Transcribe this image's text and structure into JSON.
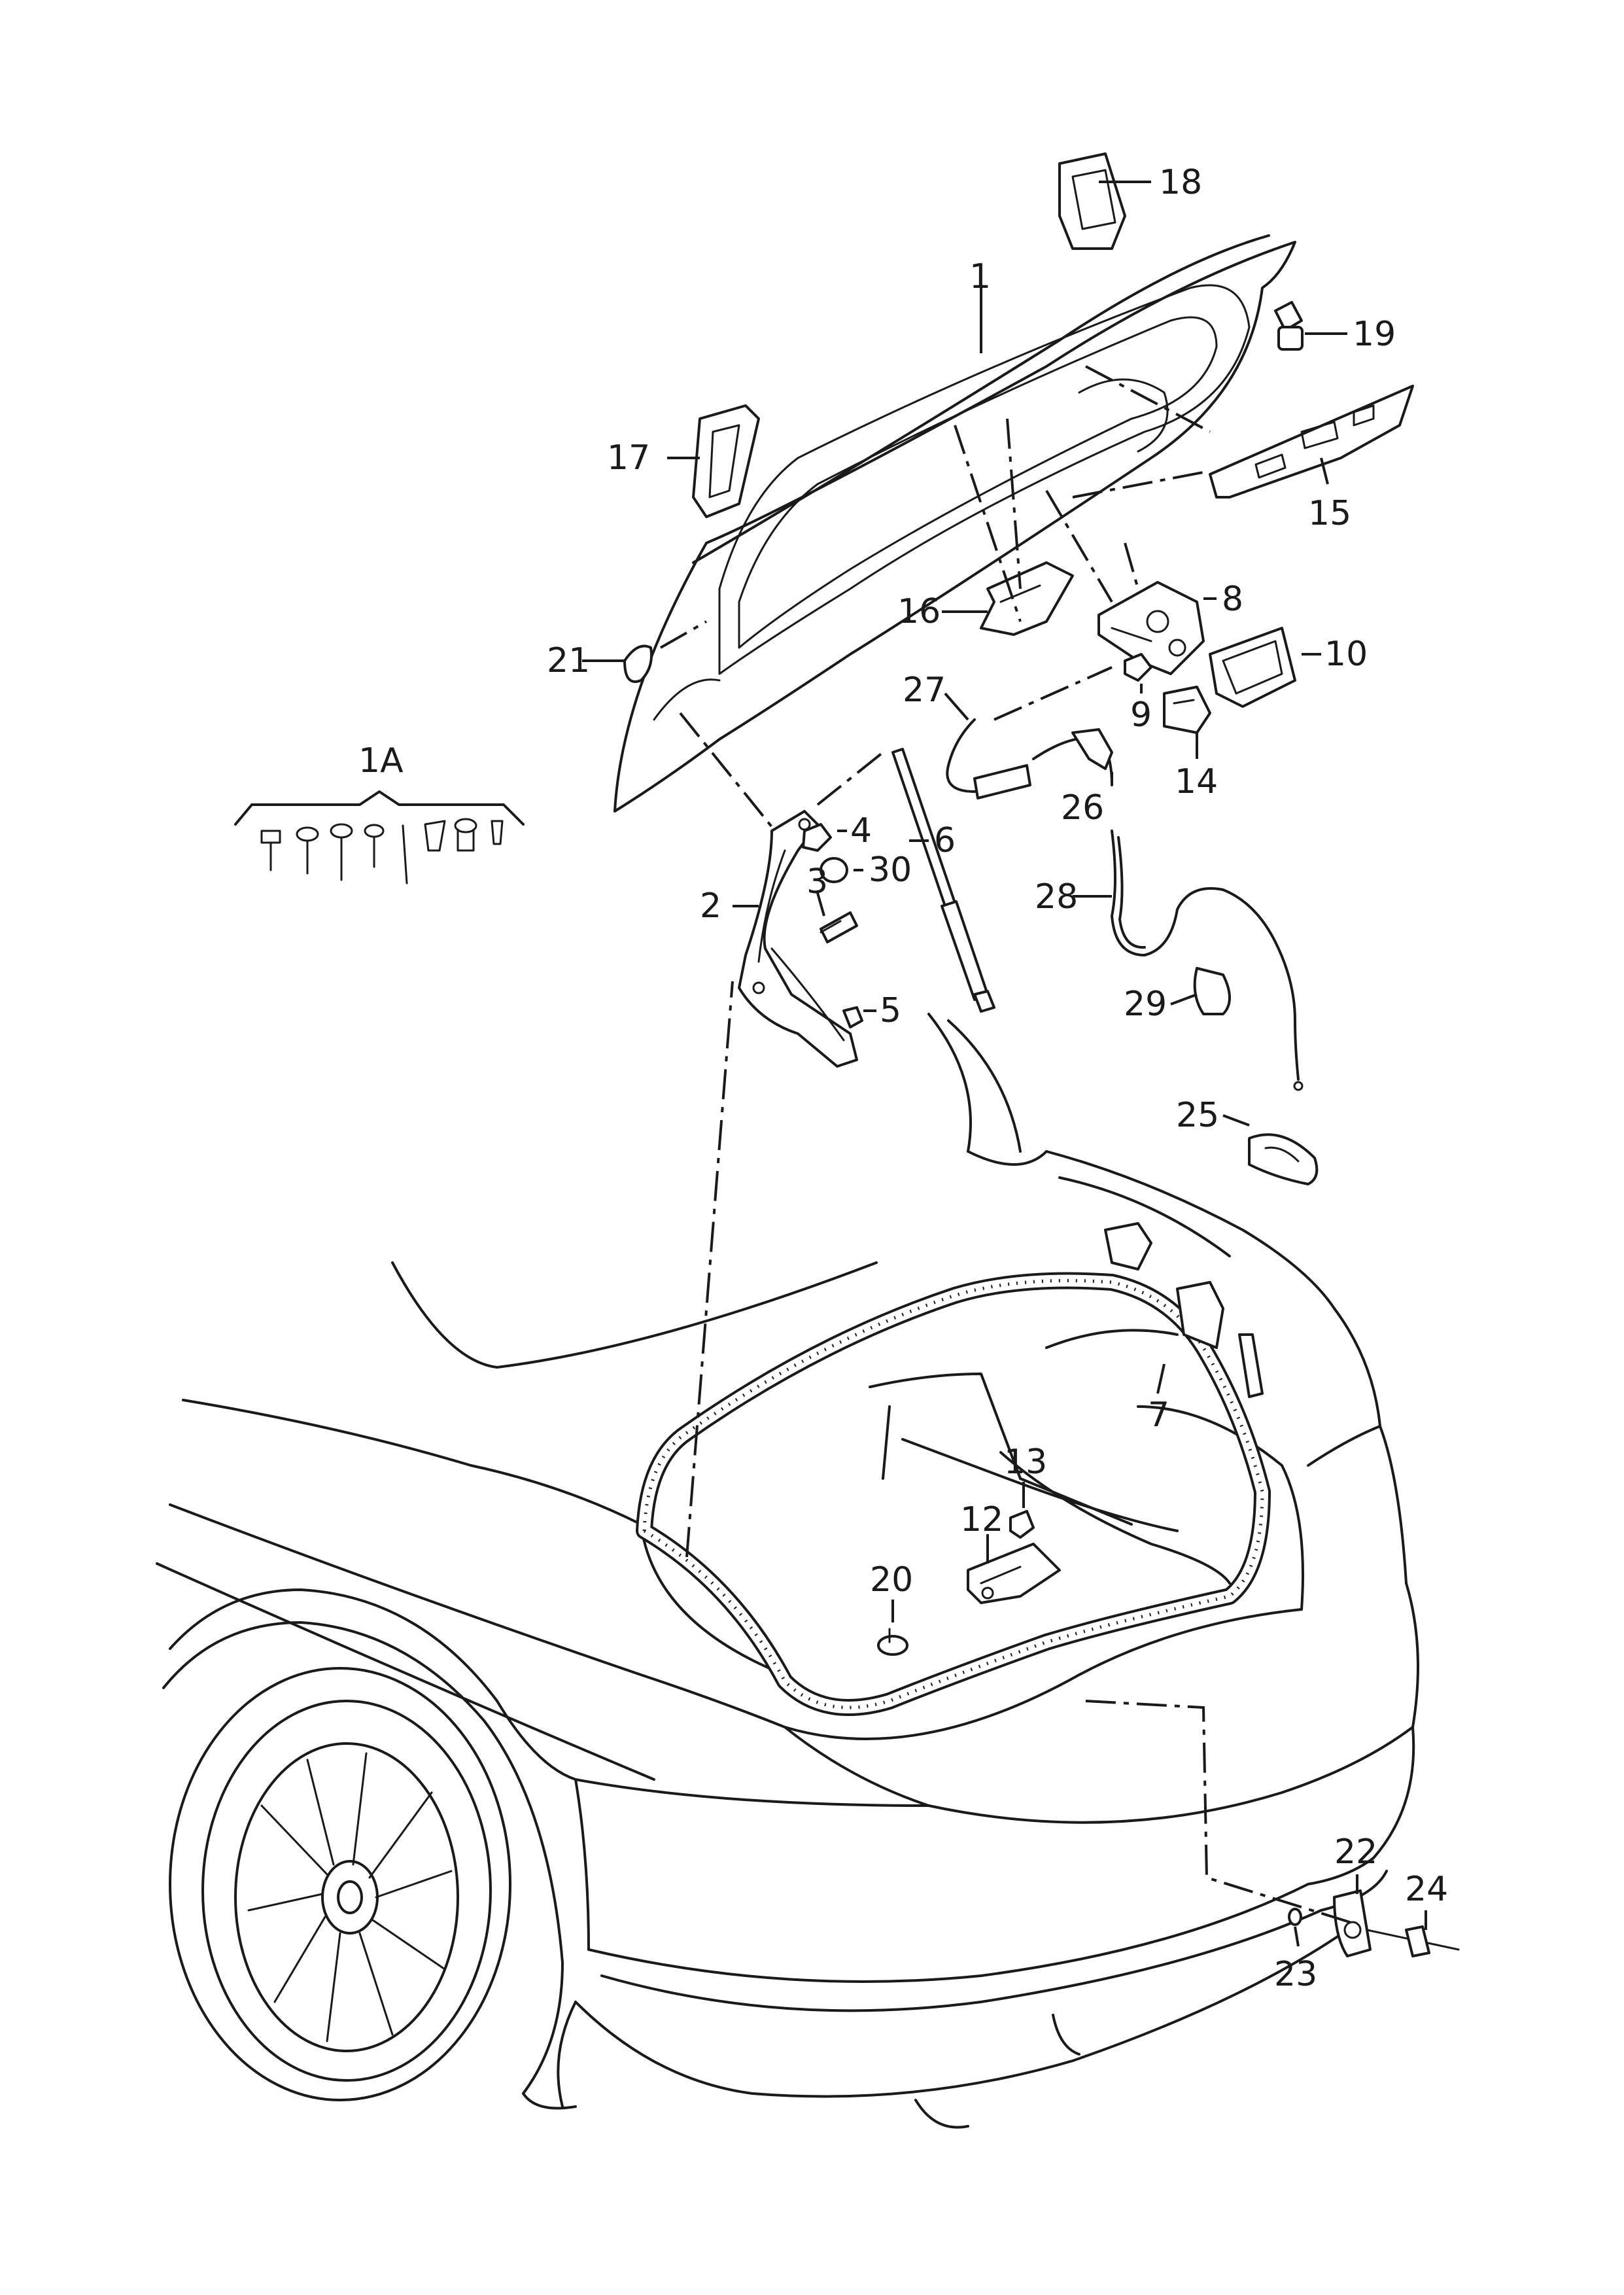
{
  "callouts": {
    "c1": "1",
    "c1A": "1A",
    "c2": "2",
    "c3": "3",
    "c4": "4",
    "c5": "5",
    "c6": "6",
    "c7": "7",
    "c8": "8",
    "c9": "9",
    "c10": "10",
    "c12": "12",
    "c13": "13",
    "c14": "14",
    "c15": "15",
    "c16": "16",
    "c17": "17",
    "c18": "18",
    "c19": "19",
    "c20": "20",
    "c21": "21",
    "c22": "22",
    "c23": "23",
    "c24": "24",
    "c25": "25",
    "c26": "26",
    "c27": "27",
    "c28": "28",
    "c29": "29",
    "c30": "30"
  }
}
